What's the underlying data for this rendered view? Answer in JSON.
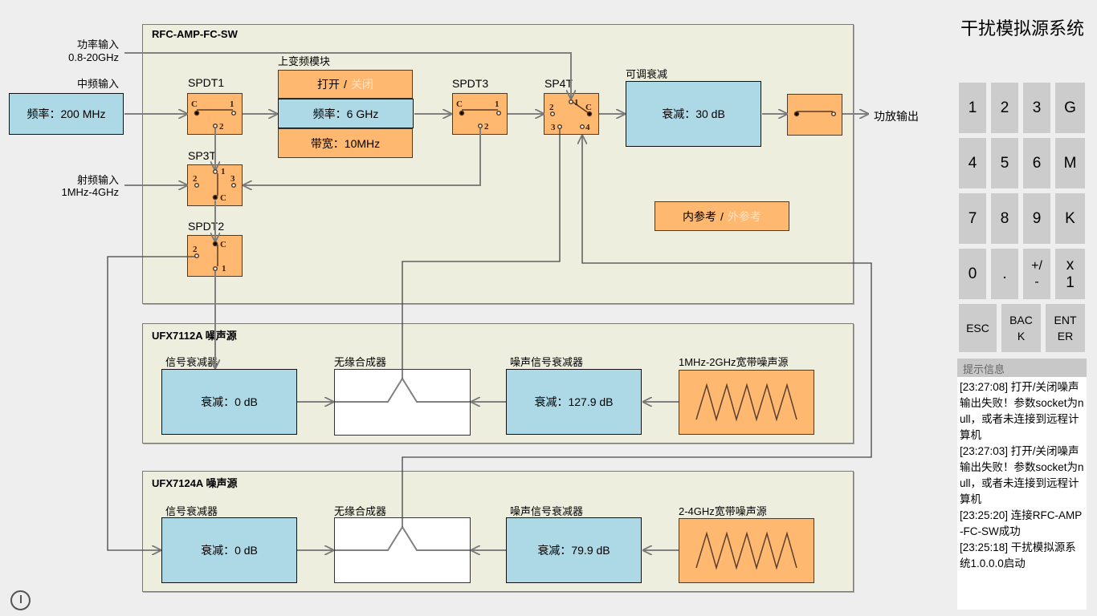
{
  "app": {
    "title": "干扰模拟源系统"
  },
  "inputs": {
    "power_input_label": "功率输入",
    "power_input_range": "0.8-20GHz",
    "if_input_label": "中频输入",
    "if_freq": "频率：200 MHz",
    "rf_input_label": "射频输入",
    "rf_input_range": "1MHz-4GHz"
  },
  "rfc_panel": {
    "title": "RFC-AMP-FC-SW",
    "spdt1": {
      "label": "SPDT1",
      "c": "C",
      "p1": "1",
      "p2": "2"
    },
    "sp3t": {
      "label": "SP3T",
      "c": "C",
      "p1": "1",
      "p2": "2",
      "p3": "3"
    },
    "spdt2": {
      "label": "SPDT2",
      "c": "C",
      "p1": "1",
      "p2": "2"
    },
    "spdt3": {
      "label": "SPDT3",
      "c": "C",
      "p1": "1",
      "p2": "2"
    },
    "sp4t": {
      "label": "SP4T",
      "c": "C",
      "p1": "1",
      "p2": "2",
      "p3": "3",
      "p4": "4"
    },
    "upconverter": {
      "label": "上变频模块",
      "on": "打开",
      "separator": "/",
      "off": "关闭",
      "freq": "频率：6 GHz",
      "bandwidth": "带宽：10MHz"
    },
    "attenuator": {
      "label": "可调衰减",
      "value": "衰减：30 dB"
    },
    "reference": {
      "internal": "内参考",
      "separator": "/",
      "external": "外参考"
    },
    "output_label": "功放输出"
  },
  "noise_sources": [
    {
      "title": "UFX7112A 噪声源",
      "signal_attenuator_label": "信号衰减器",
      "signal_attenuation": "衰减：0 dB",
      "combiner_label": "无缘合成器",
      "noise_attenuator_label": "噪声信号衰减器",
      "noise_attenuation": "衰减：127.9 dB",
      "noise_source_label": "1MHz-2GHz宽带噪声源"
    },
    {
      "title": "UFX7124A 噪声源",
      "signal_attenuator_label": "信号衰减器",
      "signal_attenuation": "衰减：0 dB",
      "combiner_label": "无缘合成器",
      "noise_attenuator_label": "噪声信号衰减器",
      "noise_attenuation": "衰减：79.9 dB",
      "noise_source_label": "2-4GHz宽带噪声源"
    }
  ],
  "keypad": {
    "rows": [
      [
        "1",
        "2",
        "3",
        "G"
      ],
      [
        "4",
        "5",
        "6",
        "M"
      ],
      [
        "7",
        "8",
        "9",
        "K"
      ],
      [
        "0",
        ".",
        "+/-",
        "x1"
      ]
    ],
    "esc": "ESC",
    "back": "BACK",
    "enter": "ENTER"
  },
  "log": {
    "header": "提示信息",
    "entries": [
      "[23:27:08] 打开/关闭噪声输出失败！参数socket为null，或者未连接到远程计算机",
      "[23:27:03] 打开/关闭噪声输出失败！参数socket为null，或者未连接到远程计算机",
      "[23:25:20] 连接RFC-AMP-FC-SW成功",
      "[23:25:18] 干扰模拟源系统1.0.0.0启动"
    ]
  },
  "colors": {
    "panel_bg": "#eeeedf",
    "blue_box": "#add8e6",
    "orange_box": "#ffb870",
    "page_bg": "#eeeeee",
    "key_bg": "#cccccc"
  }
}
